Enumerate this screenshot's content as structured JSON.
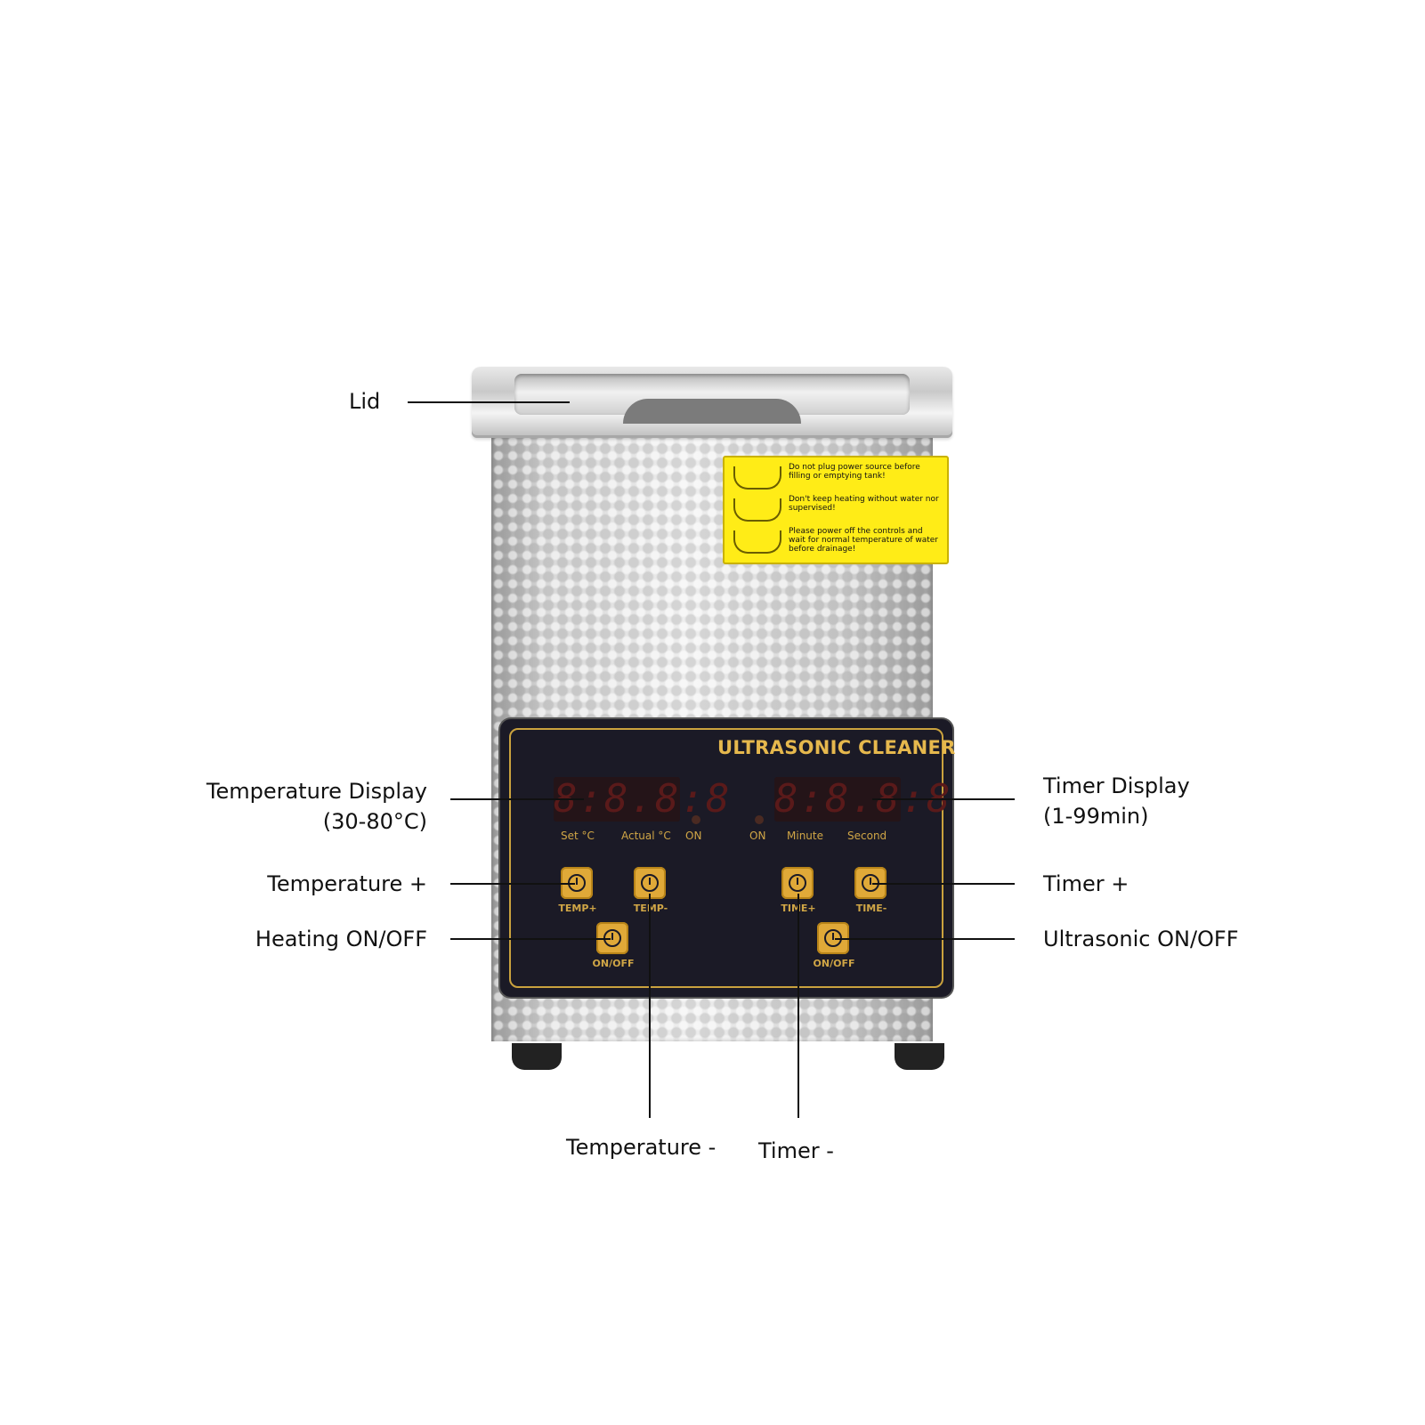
{
  "callouts": {
    "lid": "Lid",
    "temperature_display": "Temperature Display",
    "temperature_range": "(30-80°C)",
    "timer_display": "Timer Display",
    "timer_range": "(1-99min)",
    "temperature_plus": "Temperature +",
    "timer_plus": "Timer +",
    "heating_on_off": "Heating ON/OFF",
    "ultrasonic_on_off": "Ultrasonic ON/OFF",
    "temperature_minus": "Temperature -",
    "timer_minus": "Timer -"
  },
  "panel": {
    "title": "ULTRASONIC CLEANER",
    "temp_display_digits": "8:8.8:8",
    "timer_display_digits": "8:8.8:8",
    "set_c": "Set  °C",
    "actual_c": "Actual °C",
    "on_left": "ON",
    "on_right": "ON",
    "minute": "Minute",
    "second": "Second",
    "buttons": {
      "temp_plus": "TEMP+",
      "temp_minus": "TEMP-",
      "heat_on_off": "ON/OFF",
      "time_plus": "TIME+",
      "time_minus": "TIME-",
      "ultra_on_off": "ON/OFF"
    }
  },
  "warning_label": [
    "Do not plug power source before filling or emptying tank!",
    "Don't keep heating without water nor supervised!",
    "Please power off the controls and wait for normal temperature of water before drainage!"
  ],
  "colors": {
    "panel": "#1b1a26",
    "panel_text": "#d0a646",
    "button": "#e0a938",
    "warning_label": "#ffec17"
  }
}
